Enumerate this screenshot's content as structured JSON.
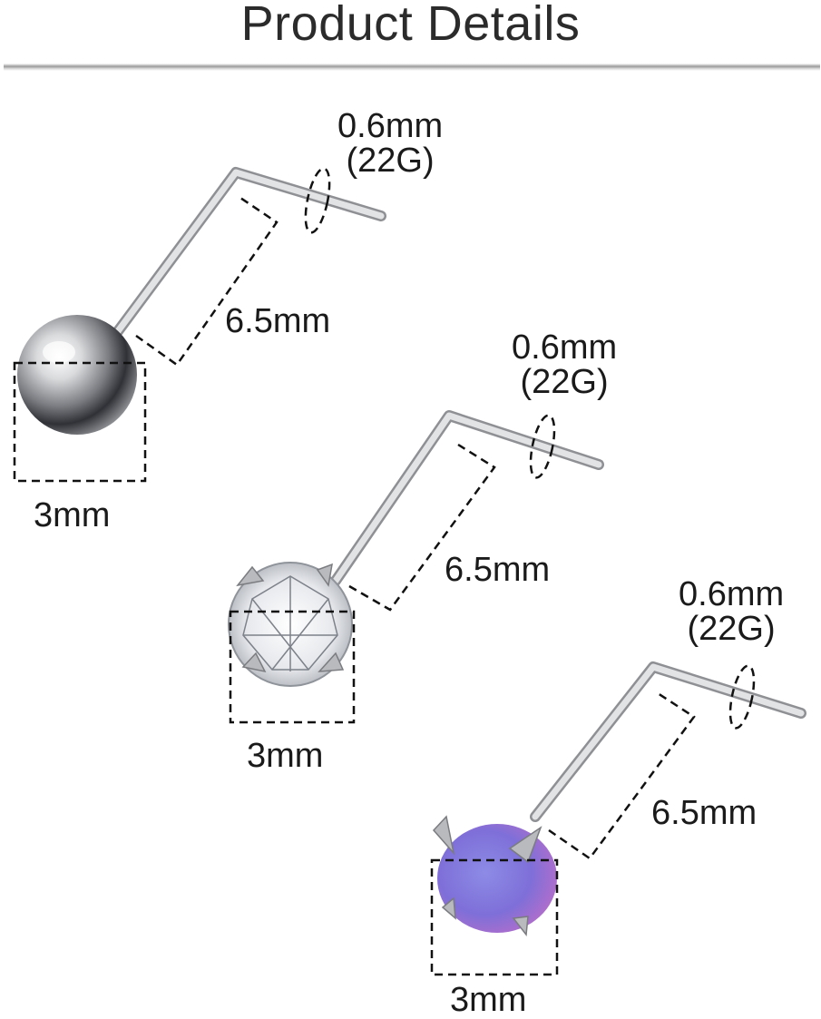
{
  "header": {
    "title": "Product Details"
  },
  "products": [
    {
      "type": "ball",
      "gauge_mm": "0.6mm",
      "gauge_g": "(22G)",
      "length": "6.5mm",
      "top_size": "3mm"
    },
    {
      "type": "crystal",
      "gauge_mm": "0.6mm",
      "gauge_g": "(22G)",
      "length": "6.5mm",
      "top_size": "3mm"
    },
    {
      "type": "opal",
      "gauge_mm": "0.6mm",
      "gauge_g": "(22G)",
      "length": "6.5mm",
      "top_size": "3mm"
    }
  ],
  "colors": {
    "metal": "#c7c9cc",
    "opal_blue": "#8d8be6",
    "opal_pink": "#c06ec8"
  }
}
